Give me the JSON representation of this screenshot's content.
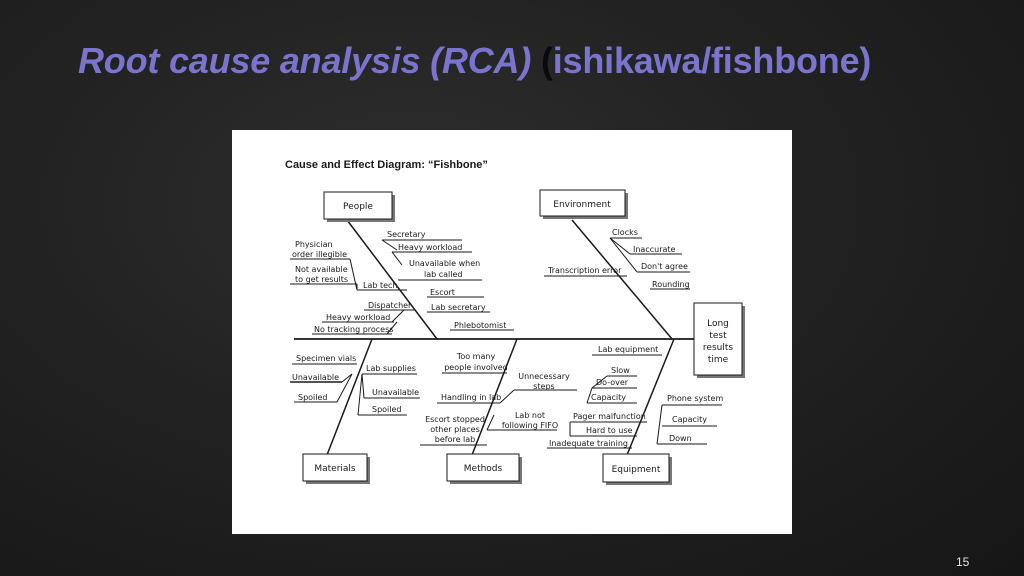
{
  "slide": {
    "title_main": "Root cause analysis (RCA)",
    "title_paren_open": "(",
    "title_sub": "ishikawa/fishbone)",
    "page_number": "15"
  },
  "diagram": {
    "title": "Cause and Effect Diagram: “Fishbone”",
    "effect": [
      "Long",
      "test",
      "results",
      "time"
    ],
    "categories": {
      "people": "People",
      "environment": "Environment",
      "materials": "Materials",
      "methods": "Methods",
      "equipment": "Equipment"
    },
    "people": {
      "secretary": "Secretary",
      "heavy_workload_1": "Heavy workload",
      "unavailable_when_1": "Unavailable when",
      "unavailable_when_2": "lab called",
      "physician_1": "Physician",
      "physician_2": "order illegible",
      "not_available_1": "Not available",
      "not_available_2": "to get results",
      "lab_tech": "Lab tech",
      "escort": "Escort",
      "dispatcher": "Dispatcher",
      "lab_secretary": "Lab secretary",
      "heavy_workload_2": "Heavy workload",
      "no_tracking": "No tracking process",
      "phlebotomist": "Phlebotomist"
    },
    "environment": {
      "clocks": "Clocks",
      "inaccurate": "Inaccurate",
      "dont_agree": "Don't agree",
      "transcription_error": "Transcription error",
      "rounding": "Rounding"
    },
    "materials": {
      "specimen_vials": "Specimen vials",
      "unavailable_1": "Unavailable",
      "spoiled_1": "Spoiled",
      "lab_supplies": "Lab supplies",
      "unavailable_2": "Unavailable",
      "spoiled_2": "Spoiled"
    },
    "methods": {
      "too_many_1": "Too many",
      "too_many_2": "people involved",
      "unnecessary_1": "Unnecessary",
      "unnecessary_2": "steps",
      "handling": "Handling in lab",
      "escort_1": "Escort stopped",
      "escort_2": "other places",
      "escort_3": "before lab",
      "lab_not_1": "Lab not",
      "lab_not_2": "following FIFO"
    },
    "equipment": {
      "lab_equipment": "Lab equipment",
      "slow": "Slow",
      "do_over": "Do-over",
      "capacity_1": "Capacity",
      "pager": "Pager malfunction",
      "hard_to_use": "Hard to use",
      "inadequate": "Inadequate training",
      "phone_system": "Phone system",
      "capacity_2": "Capacity",
      "down": "Down"
    }
  }
}
